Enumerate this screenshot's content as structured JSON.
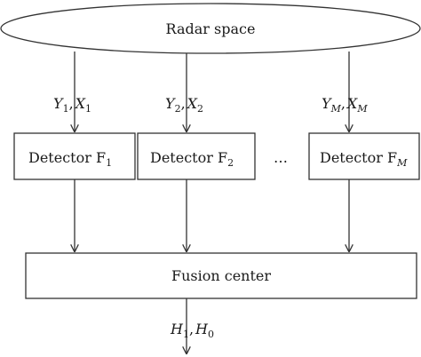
{
  "radar_space": {
    "label": "Radar space"
  },
  "channels": [
    {
      "signal_y": "Y",
      "signal_y_sub": "1",
      "sep": ",",
      "signal_x": "X",
      "signal_x_sub": "1",
      "detector_label": "Detector F",
      "detector_sub": "1"
    },
    {
      "signal_y": "Y",
      "signal_y_sub": "2",
      "sep": ",",
      "signal_x": "X",
      "signal_x_sub": "2",
      "detector_label": "Detector F",
      "detector_sub": "2"
    },
    {
      "signal_y": "Y",
      "signal_y_sub": "M",
      "sep": ",",
      "signal_x": "X",
      "signal_x_sub": "M",
      "detector_label": "Detector F",
      "detector_sub": "M"
    }
  ],
  "ellipsis": "…",
  "fusion_center": {
    "label": "Fusion center"
  },
  "output": {
    "h1": "H",
    "h1_sub": "1",
    "sep": ",",
    "h0": "H",
    "h0_sub": "0"
  }
}
